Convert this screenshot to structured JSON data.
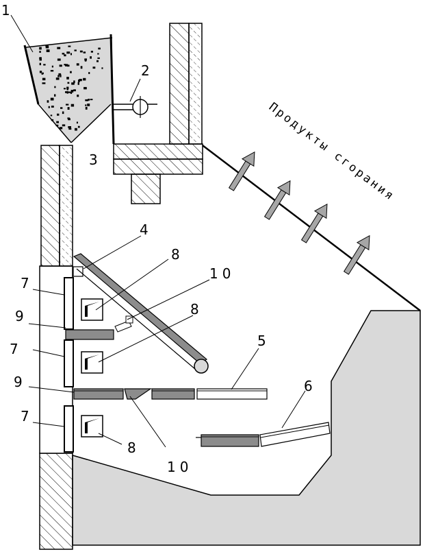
{
  "colors": {
    "line": "#000000",
    "fill_gray": "#d9d9d9",
    "fill_dark": "#8c8c8c",
    "arrow_fill": "#a6a6a6",
    "fuel_dots": "#000000"
  },
  "labels": {
    "l1": "1",
    "l2": "2",
    "l3": "3",
    "l4": "4",
    "l5": "5",
    "l6": "6",
    "l7a": "7",
    "l7b": "7",
    "l7c": "7",
    "l8a": "8",
    "l8b": "8",
    "l8c": "8",
    "l9a": "9",
    "l9b": "9",
    "l10a": "10",
    "l10b": "10"
  },
  "flow_label": "Продукты сгорания"
}
